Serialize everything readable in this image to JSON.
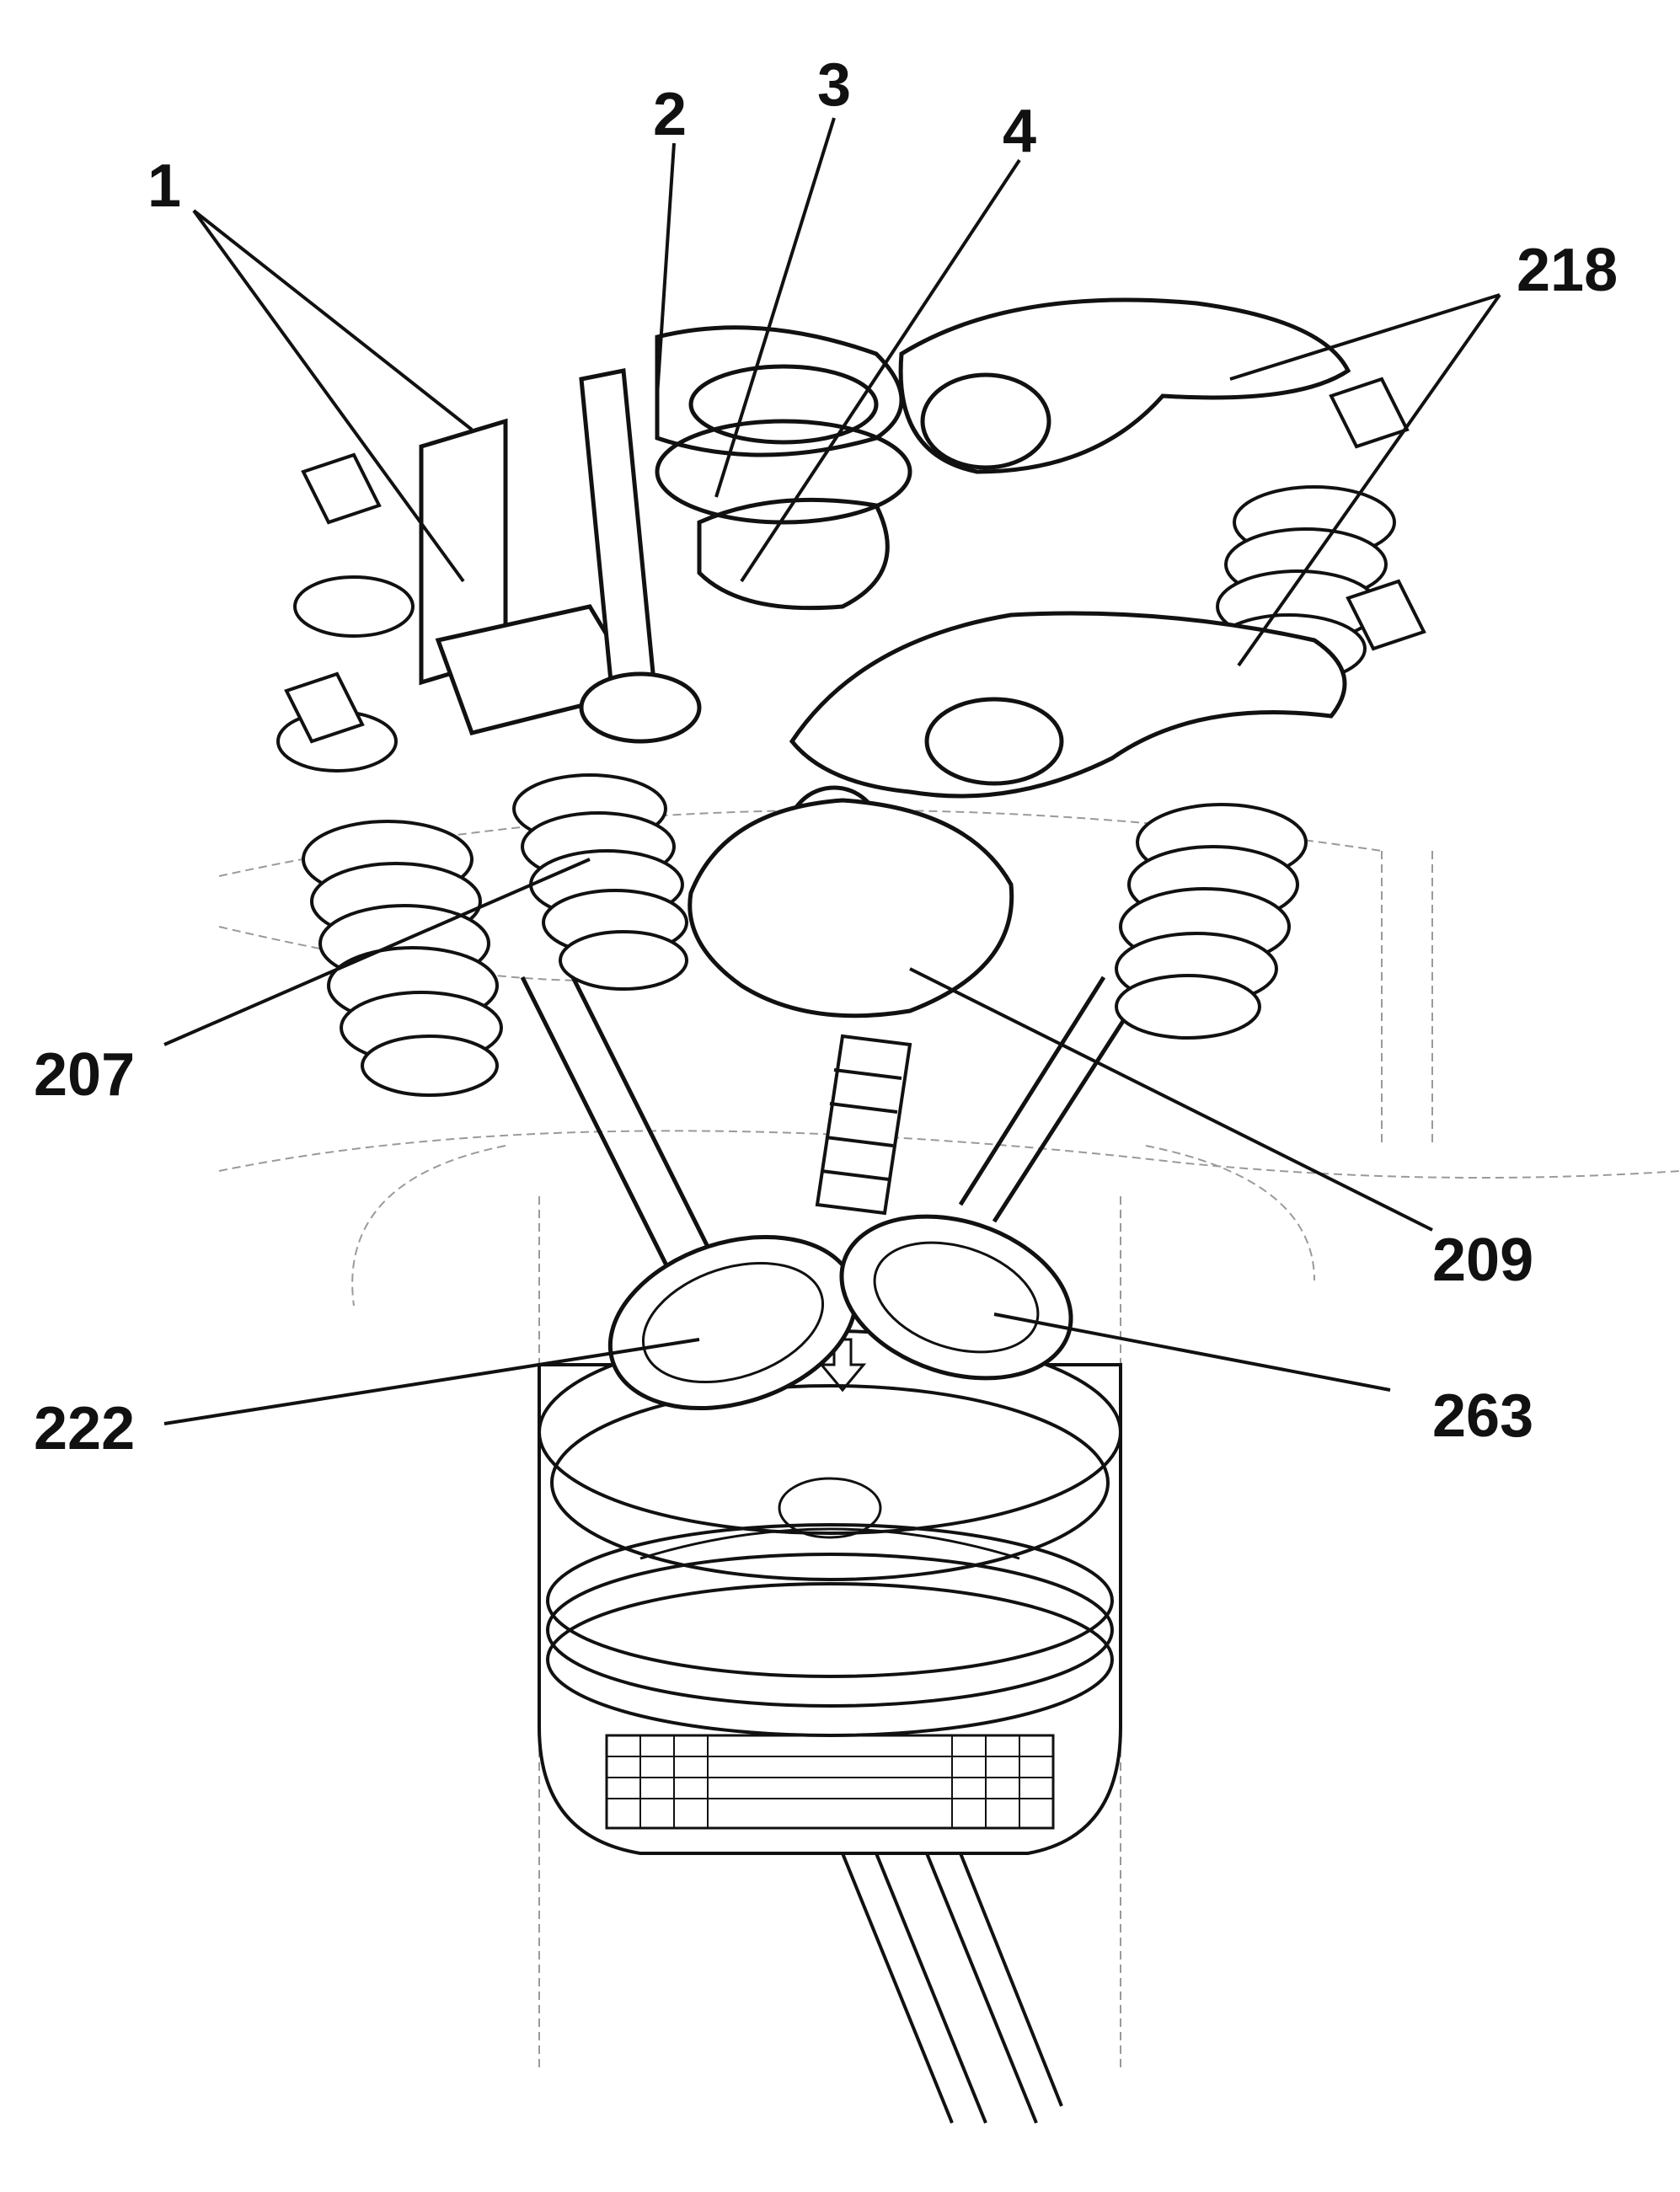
{
  "callouts": {
    "c1": "1",
    "c2": "2",
    "c3": "3",
    "c4": "4",
    "c218": "218",
    "c207": "207",
    "c209": "209",
    "c222": "222",
    "c263": "263"
  },
  "colors": {
    "ink": "#111111",
    "faint": "#9a9a9a",
    "paper": "#ffffff"
  }
}
